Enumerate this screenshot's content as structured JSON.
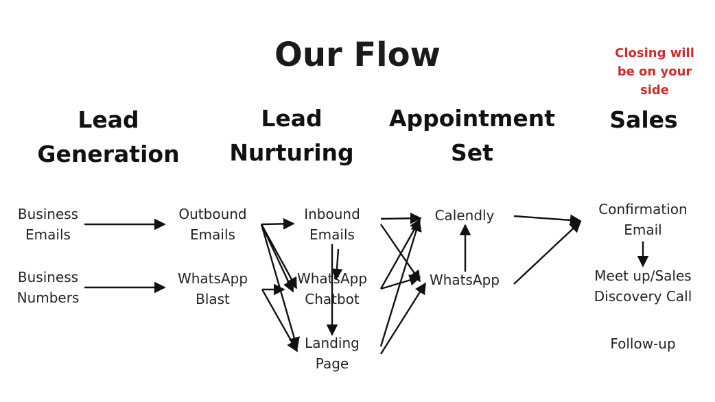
{
  "title": "Our Flow",
  "note": "Closing will\nbe on your\nside",
  "stages": {
    "lead_generation": "Lead\nGeneration",
    "lead_nurturing": "Lead\nNurturing",
    "appointment_set": "Appointment\nSet",
    "sales": "Sales"
  },
  "nodes": {
    "business_emails": "Business\nEmails",
    "business_numbers": "Business\nNumbers",
    "outbound_emails": "Outbound\nEmails",
    "whatsapp_blast": "WhatsApp\nBlast",
    "inbound_emails": "Inbound\nEmails",
    "whatsapp_chatbot": "WhatsApp\nChatbot",
    "landing_page": "Landing\nPage",
    "calendly": "Calendly",
    "whatsapp": "WhatsApp",
    "confirmation_email": "Confirmation\nEmail",
    "meetup_discovery": "Meet up/Sales\nDiscovery Call",
    "follow_up": "Follow-up"
  },
  "colors": {
    "note": "#d02a2a",
    "text": "#111111",
    "arrow": "#111111"
  }
}
